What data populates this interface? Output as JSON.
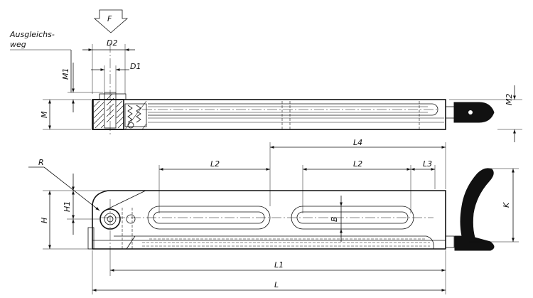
{
  "labels": {
    "force": "F",
    "compensation_line1": "Ausgleichs-",
    "compensation_line2": "weg",
    "d2": "D2",
    "d1": "D1",
    "m1": "M1",
    "m": "M",
    "m2": "M2",
    "r": "R",
    "l4": "L4",
    "l2_left": "L2",
    "l2_right": "L2",
    "l3": "L3",
    "h": "H",
    "h1": "H1",
    "b": "B",
    "k": "K",
    "l1": "L1",
    "l": "L"
  }
}
